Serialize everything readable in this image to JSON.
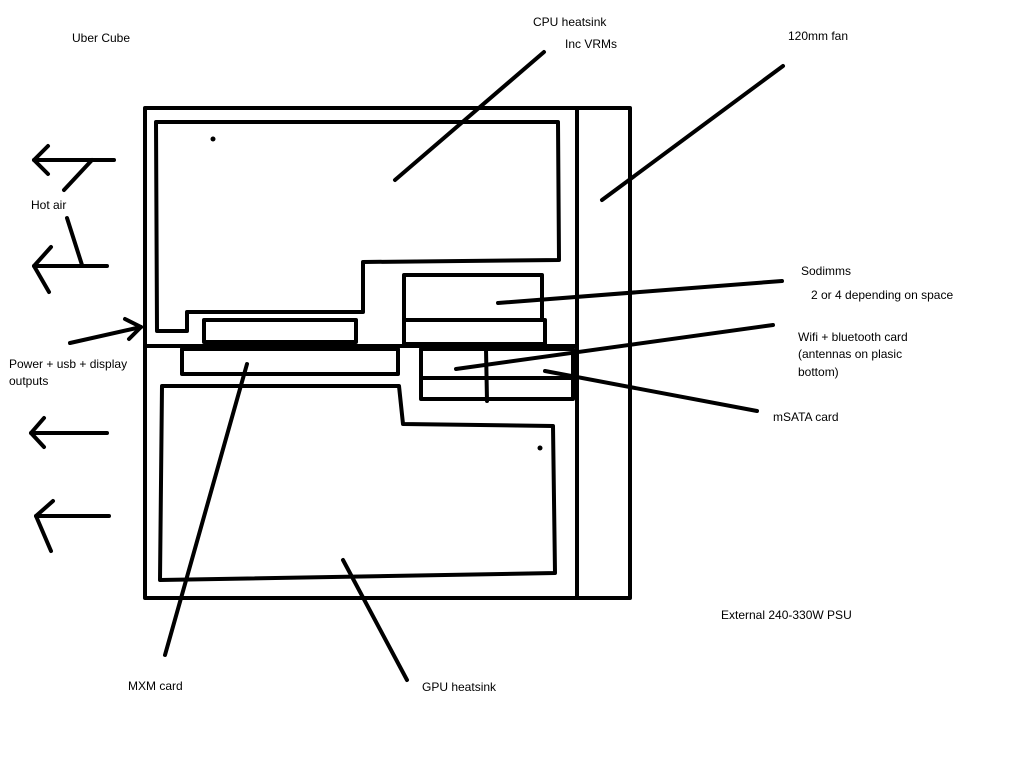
{
  "labels": {
    "title": "Uber Cube",
    "cpu_heatsink": "CPU heatsink",
    "inc_vrms": "Inc VRMs",
    "fan": "120mm fan",
    "hot_air": "Hot air",
    "sodimms": "Sodimms",
    "sodimms_note": "2 or 4 depending on space",
    "power_line1": "Power + usb + display",
    "power_line2": "outputs",
    "wifi_line1": "Wifi + bluetooth card",
    "wifi_line2": "(antennas on plasic",
    "wifi_line3": "bottom)",
    "msata": "mSATA card",
    "psu": "External 240-330W PSU",
    "mxm": "MXM card",
    "gpu_heatsink": "GPU heatsink"
  },
  "colors": {
    "ink": "#000000",
    "paper": "#ffffff"
  }
}
